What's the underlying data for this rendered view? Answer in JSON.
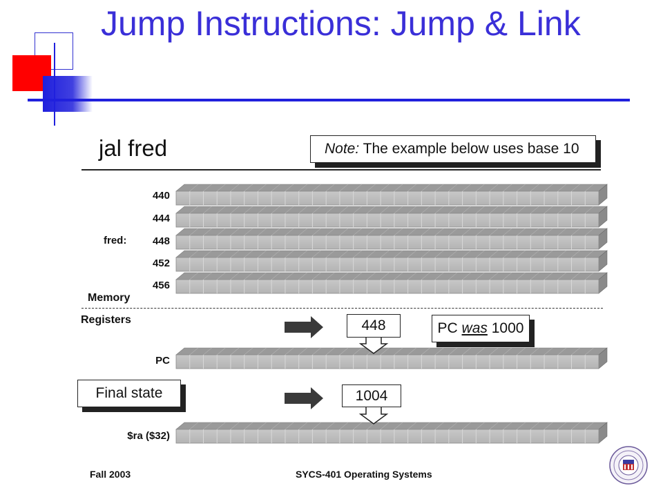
{
  "slide": {
    "title": "Jump Instructions: Jump & Link",
    "instruction": "jal fred",
    "note_prefix": "Note:",
    "note_text": " The example below uses base 10"
  },
  "memory": {
    "section_label": "Memory",
    "symbol_label": "fred:",
    "addresses": [
      "440",
      "444",
      "448",
      "452",
      "456"
    ]
  },
  "registers": {
    "section_label": "Registers",
    "pc_label": "PC",
    "pc_new_value": "448",
    "pc_note_prefix": "PC ",
    "pc_note_was": "was",
    "pc_note_value": " 1000",
    "final_state_label": "Final state",
    "ra_label": "$ra ($32)",
    "ra_value": "1004"
  },
  "footer": {
    "left": "Fall 2003",
    "center": "SYCS-401 Operating Systems"
  },
  "colors": {
    "title": "#3a2fd8",
    "accent_blue": "#2020dd",
    "accent_red": "#ff0000",
    "register_fill": "#bdbdbd"
  }
}
